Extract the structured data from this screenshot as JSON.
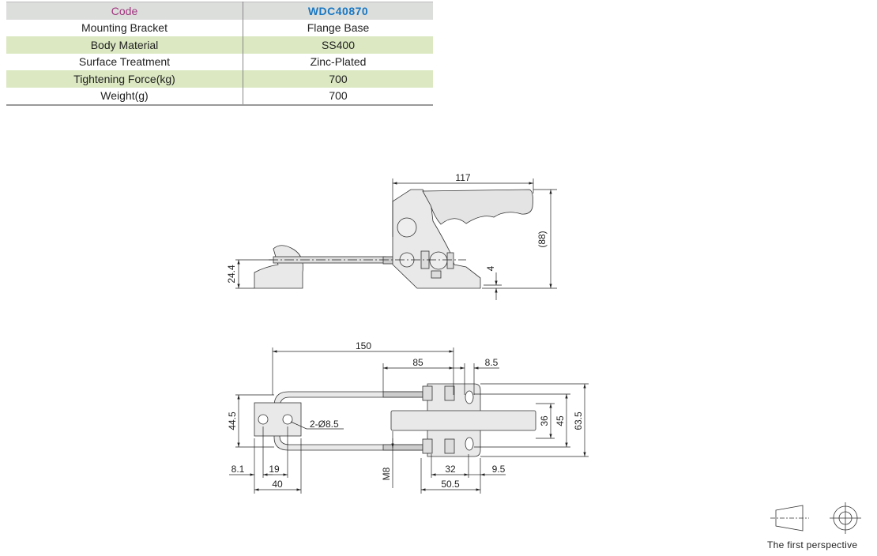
{
  "spec_table": {
    "header": {
      "label": "Code",
      "value": "WDC40870"
    },
    "rows": [
      {
        "label": "Mounting Bracket",
        "value": "Flange Base"
      },
      {
        "label": "Body Material",
        "value": "SS400"
      },
      {
        "label": "Surface Treatment",
        "value": "Zinc-Plated"
      },
      {
        "label": "Tightening Force(kg)",
        "value": "700"
      },
      {
        "label": "Weight(g)",
        "value": "700"
      }
    ]
  },
  "side_view": {
    "dims": {
      "length": "117",
      "height": "(88)",
      "rod_height": "24.4",
      "base": "4"
    }
  },
  "top_view": {
    "dims": {
      "overall": "150",
      "rod": "85",
      "slot": "8.5",
      "w36": "36",
      "w45": "45",
      "w63": "63.5",
      "w44": "44.5",
      "holes": "2-Ø8.5",
      "d8": "8.1",
      "d19": "19",
      "d40": "40",
      "thread": "M8",
      "d32": "32",
      "d9": "9.5",
      "d50": "50.5"
    }
  },
  "projection_label": "The first perspective"
}
